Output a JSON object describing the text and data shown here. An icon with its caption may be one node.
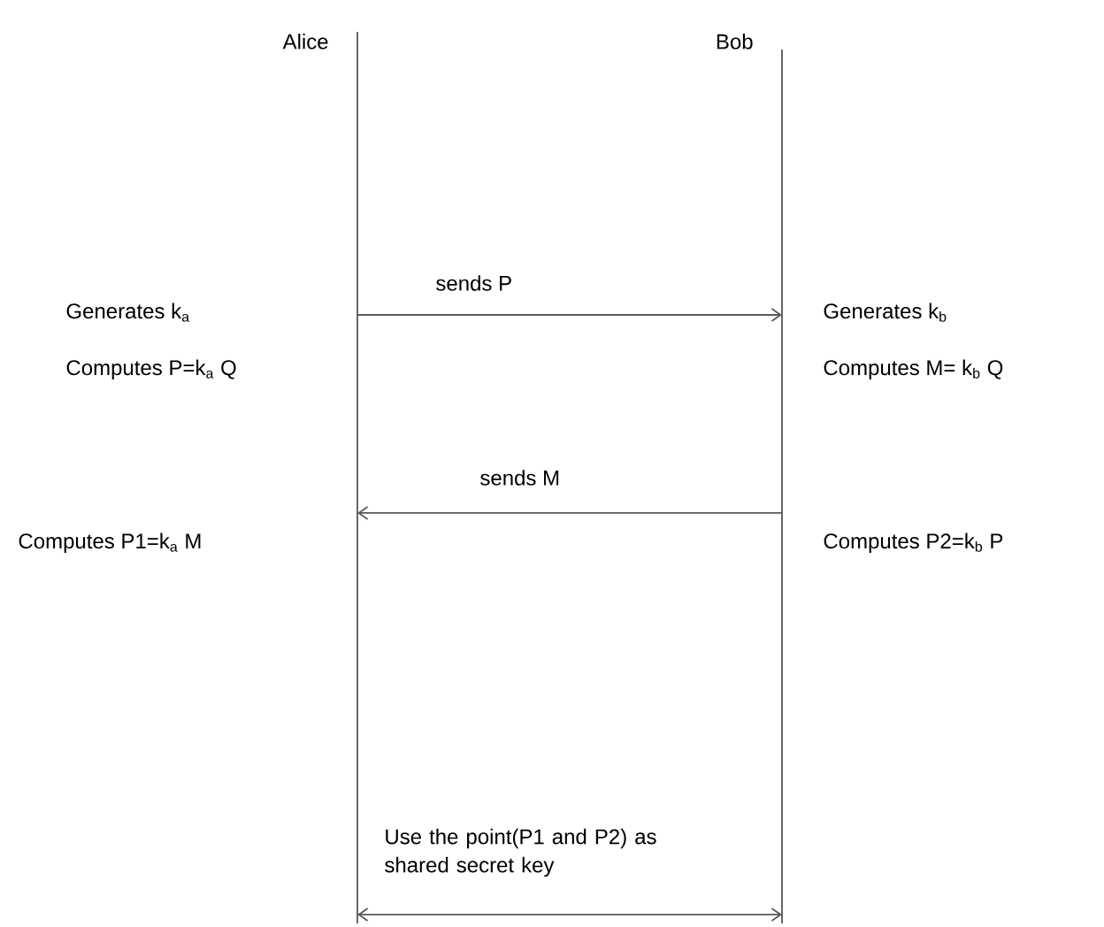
{
  "diagram": {
    "nodes": [
      {
        "text": [
          "Alice"
        ]
      },
      {
        "text": [
          "Bob"
        ]
      }
    ],
    "edges": [
      {
        "from": 0,
        "to": 1,
        "arrow": "to",
        "label": "sends P"
      },
      {
        "from": 1,
        "to": 0,
        "arrow": "to",
        "label": "sends M"
      },
      {
        "from": 0,
        "to": 1,
        "arrow": "both",
        "label": "Use the point(P1 and P2) as shared secret key"
      }
    ],
    "labels": [
      "Generates k$_{a}$",
      "Generates k$_{b}$",
      "Computes P=k$_{a}$ Q",
      "Computes M= k$_{b}$ Q",
      "Computes P1=k$_{a}$ M",
      "Computes P2=k$_{b}$ P"
    ]
  }
}
